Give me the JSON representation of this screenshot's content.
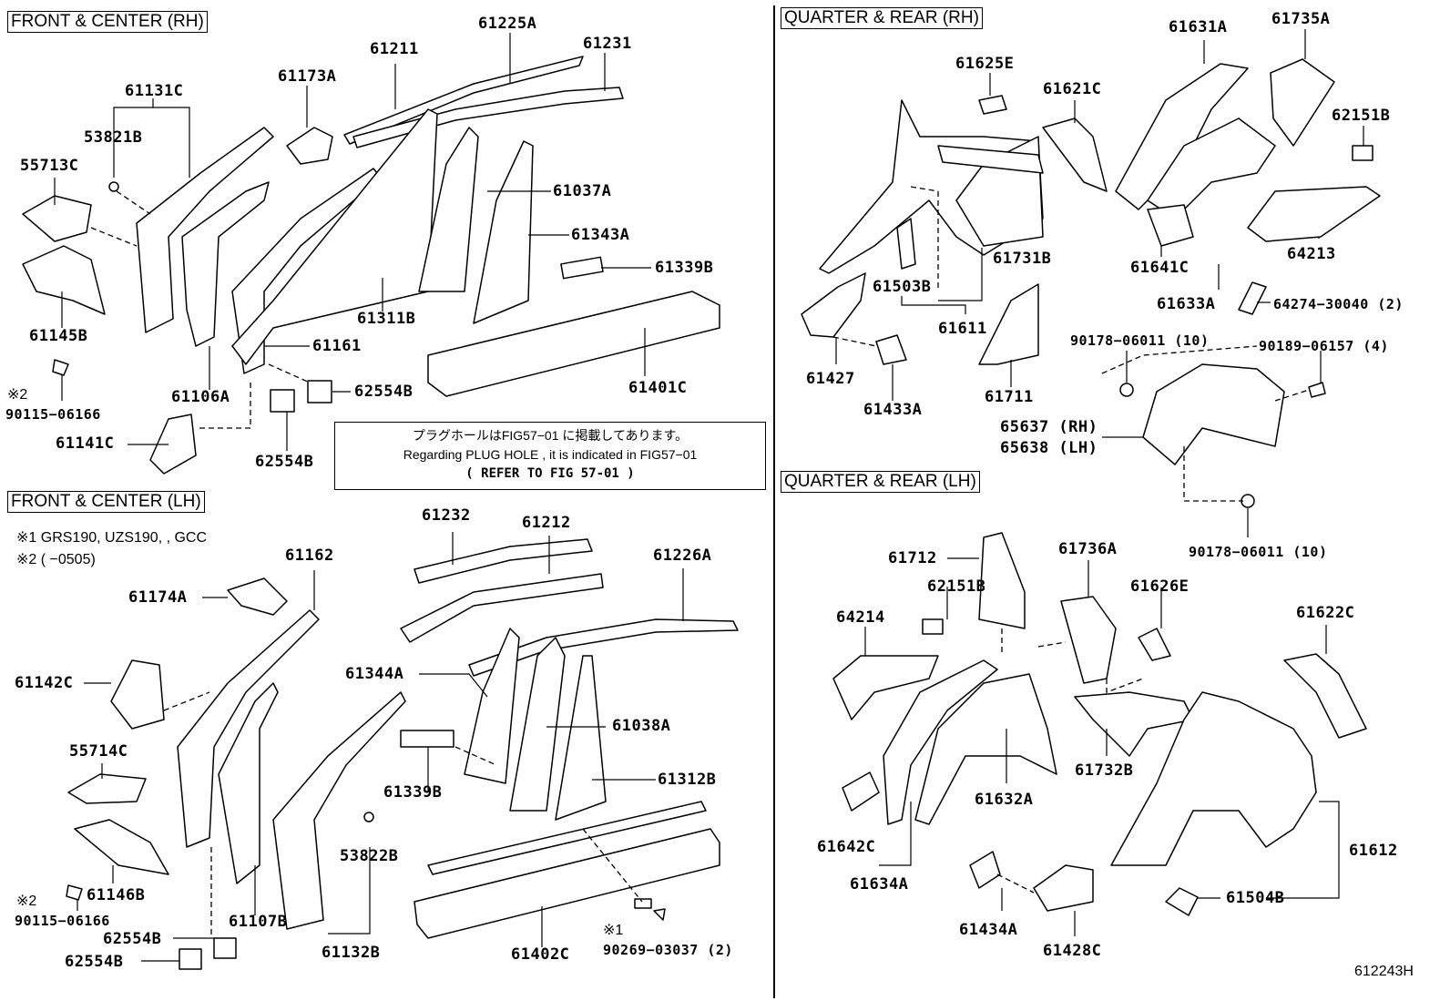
{
  "sections": {
    "front_rh": "FRONT & CENTER (RH)",
    "front_lh": "FRONT & CENTER (LH)",
    "quarter_rh": "QUARTER  &  REAR (RH)",
    "quarter_lh": "QUARTER  &  REAR (LH)"
  },
  "notes": {
    "n1": "※1 GRS190, UZS190, , GCC",
    "n2": "※2 (         −0505)",
    "star2_a": "※2",
    "star2_b": "※2",
    "star1": "※1"
  },
  "plug_hole": {
    "jp": "プラグホールはFIG57−01 に掲載してあります。",
    "en": "Regarding  PLUG HOLE , it is indicated in  FIG57−01",
    "ref": "(        REFER  TO  FIG  57-01       )"
  },
  "labels": {
    "p61225A": "61225A",
    "p61211": "61211",
    "p61231": "61231",
    "p61173A": "61173A",
    "p61131C": "61131C",
    "p53821B": "53821B",
    "p55713C": "55713C",
    "p61037A": "61037A",
    "p61343A": "61343A",
    "p61339B_a": "61339B",
    "p61145B": "61145B",
    "p61311B": "61311B",
    "p61161": "61161",
    "p61106A": "61106A",
    "p62554B_a": "62554B",
    "p61401C": "61401C",
    "p90115_a": "90115−06166",
    "p61141C": "61141C",
    "p62554B_b": "62554B",
    "p61232": "61232",
    "p61212": "61212",
    "p61226A": "61226A",
    "p61162": "61162",
    "p61174A": "61174A",
    "p61344A": "61344A",
    "p61142C": "61142C",
    "p61038A": "61038A",
    "p55714C": "55714C",
    "p61312B": "61312B",
    "p61339B_b": "61339B",
    "p53822B": "53822B",
    "p61146B": "61146B",
    "p90115_b": "90115−06166",
    "p61107B": "61107B",
    "p62554B_c": "62554B",
    "p62554B_d": "62554B",
    "p61132B": "61132B",
    "p61402C": "61402C",
    "p90269": "90269−03037 (2)",
    "p61625E": "61625E",
    "p61631A": "61631A",
    "p61735A": "61735A",
    "p61621C": "61621C",
    "p62151B_a": "62151B",
    "p61731B": "61731B",
    "p61503B": "61503B",
    "p64213": "64213",
    "p61641C": "61641C",
    "p61611": "61611",
    "p61633A": "61633A",
    "p64274": "64274−30040 (2)",
    "p61427": "61427",
    "p90178_a": "90178−06011 (10)",
    "p90189": "90189−06157 (4)",
    "p61433A": "61433A",
    "p61711": "61711",
    "p65637": "65637 (RH)",
    "p65638": "65638 (LH)",
    "p90178_b": "90178−06011 (10)",
    "p61712": "61712",
    "p61736A": "61736A",
    "p62151B_b": "62151B",
    "p61626E": "61626E",
    "p64214": "64214",
    "p61622C": "61622C",
    "p61732B": "61732B",
    "p61632A": "61632A",
    "p61642C": "61642C",
    "p61612": "61612",
    "p61634A": "61634A",
    "p61504B": "61504B",
    "p61434A": "61434A",
    "p61428C": "61428C"
  },
  "footer_code": "612243H"
}
